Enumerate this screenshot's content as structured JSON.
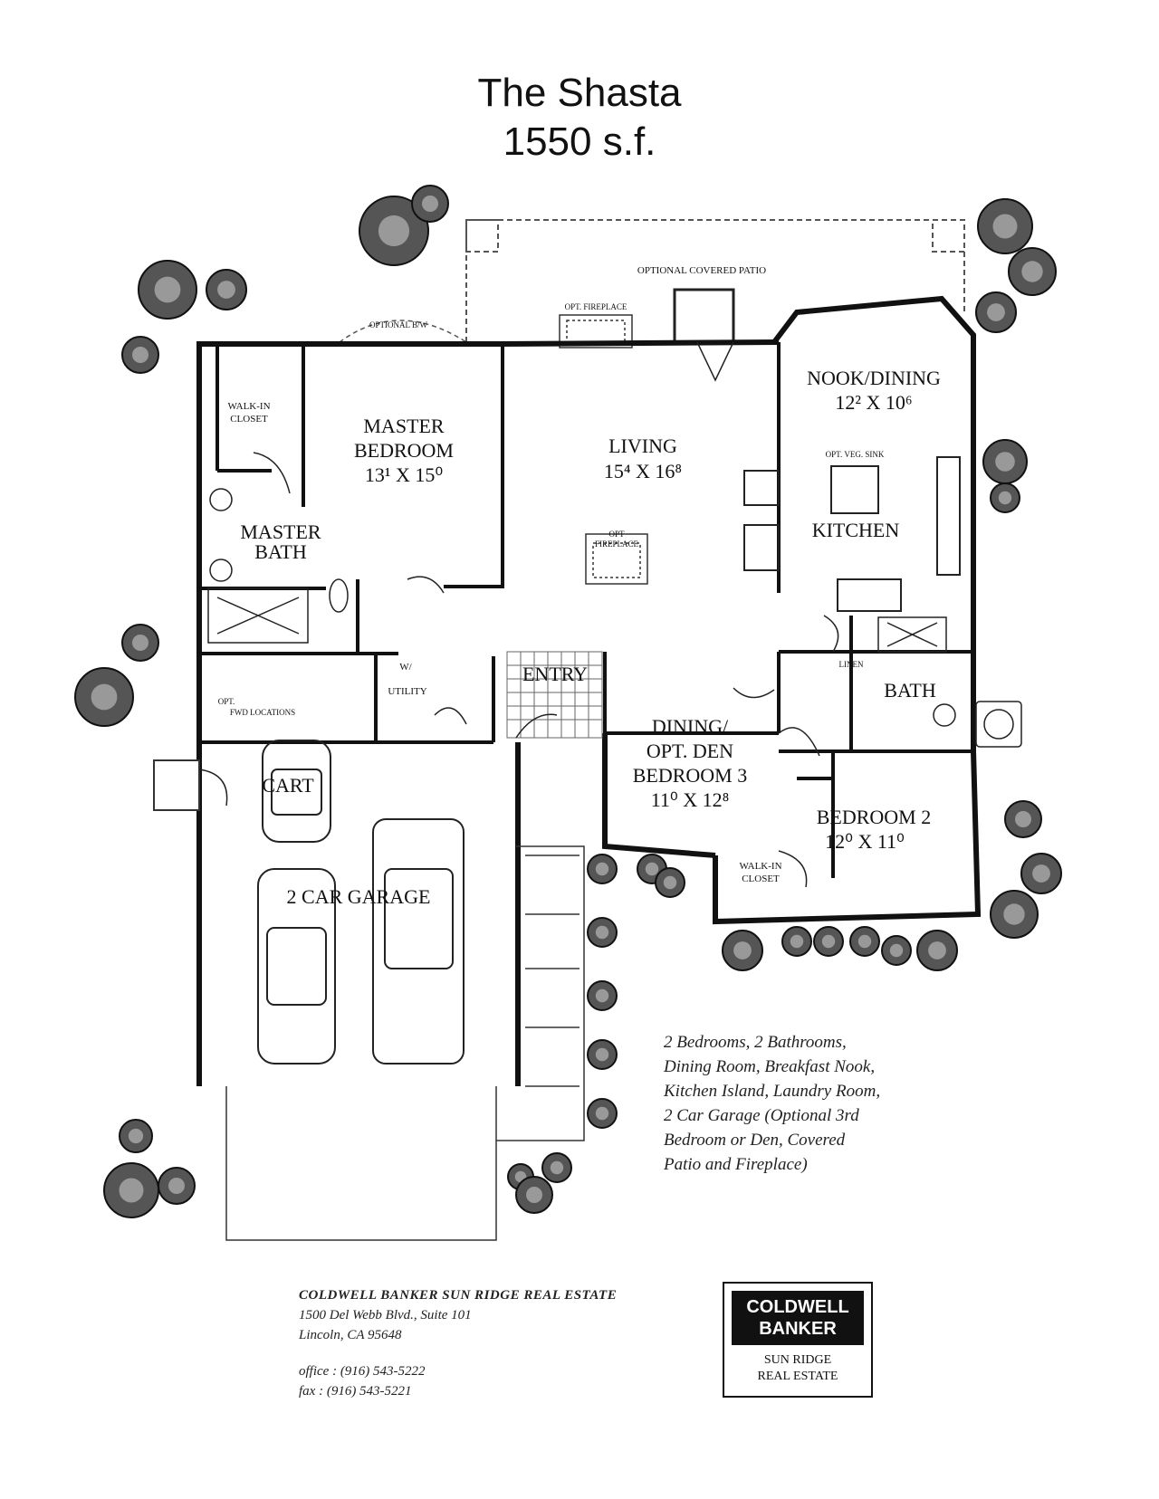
{
  "header": {
    "plan_name": "The Shasta",
    "square_feet": "1550 s.f."
  },
  "rooms": {
    "optional_covered_patio": "OPTIONAL COVERED PATIO",
    "opt_fireplace_top": "OPT. FIREPLACE",
    "optional_bay": "OPTIONAL B/W",
    "walk_in_closet_master": [
      "WALK-IN",
      "CLOSET"
    ],
    "master_bedroom": [
      "MASTER",
      "BEDROOM",
      "13¹ X 15⁰"
    ],
    "master_bath": [
      "MASTER",
      "BATH"
    ],
    "living": [
      "LIVING",
      "15⁴ X 16⁸"
    ],
    "opt_fireplace_living": [
      "OPT",
      "FIREPLACE"
    ],
    "nook_dining": [
      "NOOK/DINING",
      "12² X 10⁶"
    ],
    "opt_veg_sink": "OPT. VEG. SINK",
    "kitchen": "KITCHEN",
    "linen": "LINEN",
    "bath": "BATH",
    "utility": [
      "W/",
      "UTILITY"
    ],
    "entry": "ENTRY",
    "opt_fwd_locations": [
      "OPT.",
      "FWD LOCATIONS"
    ],
    "cart": "CART",
    "two_car_garage": "2 CAR GARAGE",
    "dining_den": [
      "DINING/",
      "OPT. DEN",
      "BEDROOM 3",
      "11⁰ X 12⁸"
    ],
    "bedroom_2": [
      "BEDROOM 2",
      "12⁰ X 11⁰"
    ],
    "walk_in_closet_bed2": [
      "WALK-IN",
      "CLOSET"
    ]
  },
  "description": [
    "2 Bedrooms, 2 Bathrooms,",
    "Dining Room, Breakfast Nook,",
    "Kitchen Island, Laundry Room,",
    "2 Car Garage (Optional 3rd",
    "Bedroom or Den, Covered",
    "Patio and Fireplace)"
  ],
  "contact": {
    "company": "COLDWELL BANKER SUN RIDGE REAL ESTATE",
    "address1": "1500 Del Webb Blvd., Suite 101",
    "address2": "Lincoln, CA 95648",
    "office": "office : (916) 543-5222",
    "fax": "fax :    (916) 543-5221"
  },
  "logo": {
    "line1": "COLDWELL",
    "line2": "BANKER",
    "sub1": "SUN RIDGE",
    "sub2": "REAL ESTATE"
  }
}
